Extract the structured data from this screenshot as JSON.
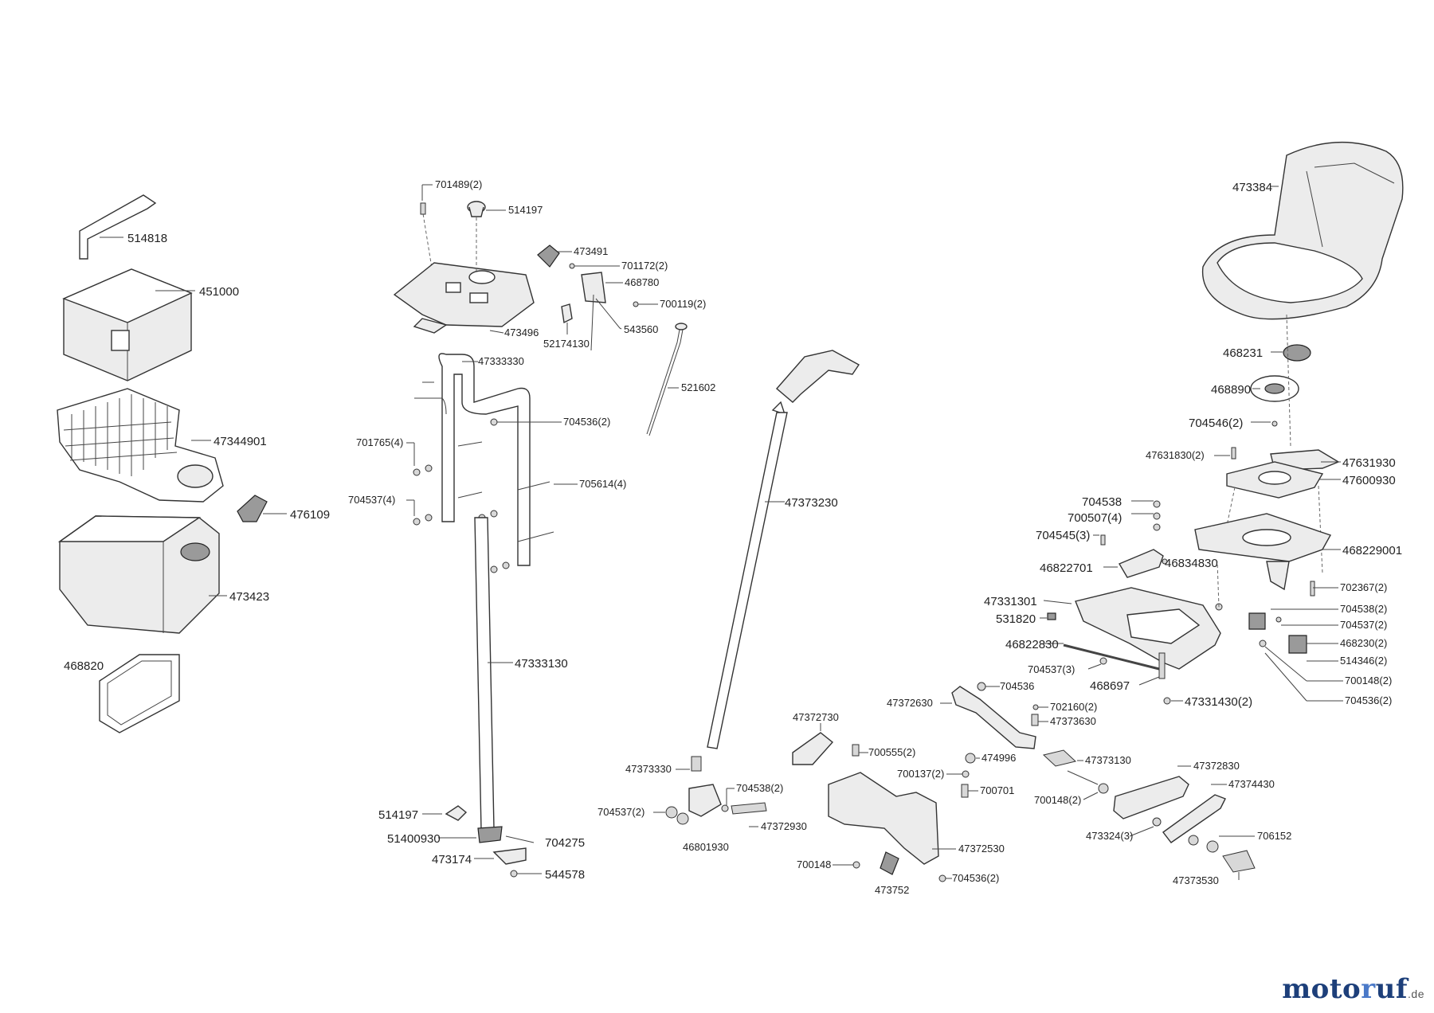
{
  "labels": {
    "p514818": "514818",
    "p451000": "451000",
    "p47344901": "47344901",
    "p476109": "476109",
    "p473423": "473423",
    "p468820": "468820",
    "p701489": "701489(2)",
    "p514197a": "514197",
    "p473491": "473491",
    "p701172": "701172(2)",
    "p468780": "468780",
    "p700119": "700119(2)",
    "p473496": "473496",
    "p52174130": "52174130",
    "p543560": "543560",
    "p47333330": "47333330",
    "p521602": "521602",
    "p704536a": "704536(2)",
    "p701765": "701765(4)",
    "p704537a": "704537(4)",
    "p705614": "705614(4)",
    "p47333130": "47333130",
    "p514197b": "514197",
    "p51400930": "51400930",
    "p704275": "704275",
    "p473174": "473174",
    "p544578": "544578",
    "p47373230": "47373230",
    "p47373330": "47373330",
    "p704538a": "704538(2)",
    "p704537b": "704537(2)",
    "p47372930": "47372930",
    "p46801930": "46801930",
    "p47372730": "47372730",
    "p700555": "700555(2)",
    "p700137": "700137(2)",
    "p700701": "700701",
    "p700148a": "700148",
    "p473752": "473752",
    "p47372530": "47372530",
    "p704536b": "704536(2)",
    "p474996": "474996",
    "p47372630": "47372630",
    "p704536c": "704536",
    "p702160": "702160(2)",
    "p47373630": "47373630",
    "p47373130": "47373130",
    "p700148b": "700148(2)",
    "p47372830": "47372830",
    "p47374430": "47374430",
    "p473324": "473324(3)",
    "p706152": "706152",
    "p47373530": "47373530",
    "p473384": "473384",
    "p468231": "468231",
    "p468890": "468890",
    "p704546": "704546(2)",
    "p47631830": "47631830(2)",
    "p47631930": "47631930",
    "p47600930": "47600930",
    "p704538b": "704538",
    "p700507": "700507(4)",
    "p704545": "704545(3)",
    "p468229001": "468229001",
    "p46822701": "46822701",
    "p46834830": "46834830",
    "p702367": "702367(2)",
    "p47331301": "47331301",
    "p704538c": "704538(2)",
    "p531820": "531820",
    "p704537c": "704537(2)",
    "p46822830": "46822830",
    "p468230": "468230(2)",
    "p514346": "514346(2)",
    "p704537d": "704537(3)",
    "p700148c": "700148(2)",
    "p468697": "468697",
    "p47331430": "47331430(2)",
    "p704536d": "704536(2)"
  },
  "watermark": {
    "brand": "moto",
    "accent": "r",
    "rest": "uf",
    "tld": ".de"
  },
  "colors": {
    "line": "#333333",
    "fill": "#ececec",
    "logo": "#1d3f7a"
  }
}
